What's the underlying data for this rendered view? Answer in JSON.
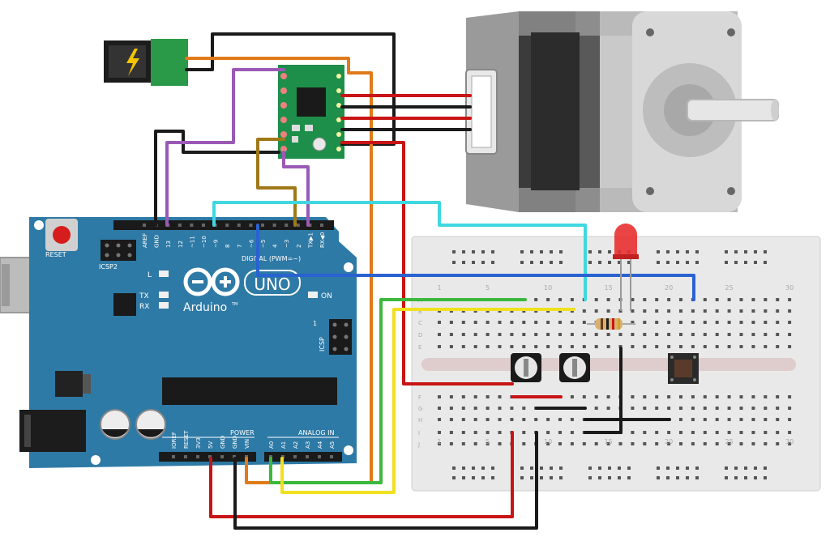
{
  "arduino": {
    "logo_text": "Arduino",
    "tm": "TM",
    "model": "UNO",
    "reset_label": "RESET",
    "icsp2_label": "ICSP2",
    "icsp_label": "ICSP",
    "icsp_pin": "1",
    "led_l": "L",
    "led_tx": "TX",
    "led_rx": "RX",
    "led_on": "ON",
    "digital_label": "DIGITAL (PWM=~)",
    "power_label": "POWER",
    "analog_label": "ANALOG IN",
    "top_header_pins": [
      "AREF",
      "GND",
      "13",
      "12",
      "~11",
      "~10",
      "~9",
      "8",
      "7",
      "~6",
      "~5",
      "4",
      "~3",
      "2",
      "TX▶1",
      "RX◀0"
    ],
    "power_pins": [
      "IOREF",
      "RESET",
      "3V3",
      "5V",
      "GND",
      "GND",
      "VIN"
    ],
    "analog_pins": [
      "A0",
      "A1",
      "A2",
      "A3",
      "A4",
      "A5"
    ]
  },
  "breadboard": {
    "column_numbers": [
      "1",
      "5",
      "10",
      "15",
      "20",
      "25",
      "30"
    ],
    "row_letters_top": [
      "A",
      "B",
      "C",
      "D",
      "E"
    ],
    "row_letters_bottom": [
      "F",
      "G",
      "H",
      "I",
      "J"
    ]
  },
  "colors": {
    "board_blue": "#2e7aa6",
    "driver_green": "#1e8f4a",
    "wire_black": "#1a1a1a",
    "wire_red": "#c81414",
    "wire_orange": "#e07a1a",
    "wire_purple": "#9b59b6",
    "wire_brown": "#a07818",
    "wire_cyan": "#3fd8e0",
    "wire_blue": "#2a62d0",
    "wire_green": "#3cb83c",
    "wire_yellow": "#f0e020",
    "led_red": "#e83030"
  }
}
